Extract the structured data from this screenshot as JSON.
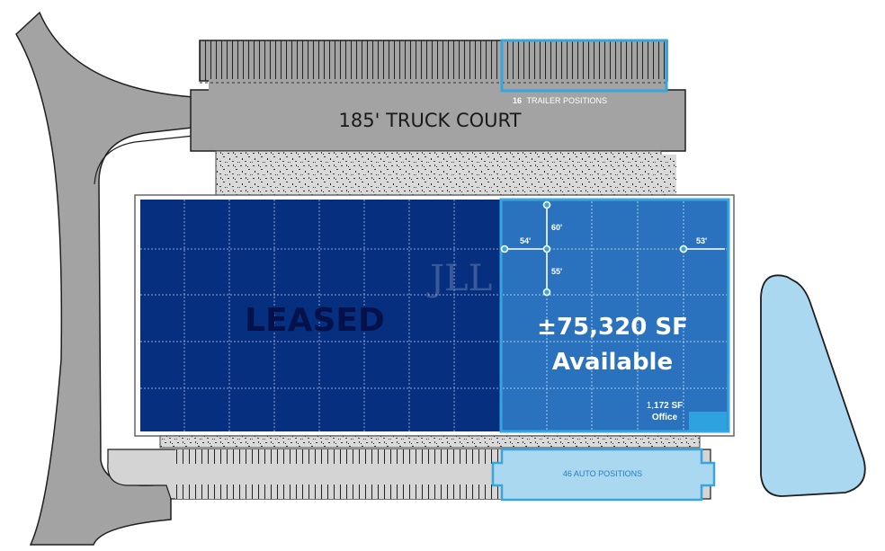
{
  "labels": {
    "truck_court": "185' TRUCK COURT",
    "trailer_count": "16",
    "trailer_text": "TRAILER POSITIONS",
    "auto_positions": "46 AUTO POSITIONS",
    "leased": "LEASED",
    "available_sf": "±75,320 SF",
    "available_word": "Available",
    "office_prefix": "1,",
    "office_bold": "172",
    "office_suffix": " SF",
    "office_word": "Office",
    "watermark": "JLL"
  },
  "dimensions": {
    "bay_width_top": "60'",
    "bay_depth": "55'",
    "left_end_bay": "54'",
    "right_end_bay": "53'"
  },
  "colors": {
    "leased_fill": "#06307f",
    "available_fill": "#2a72bd",
    "available_border": "#37a6e0",
    "office_fill": "#2ea1df",
    "pond_fill": "#a9d8f0",
    "pavement": "#a0a0a0",
    "landscape": "#e0e0e0"
  }
}
